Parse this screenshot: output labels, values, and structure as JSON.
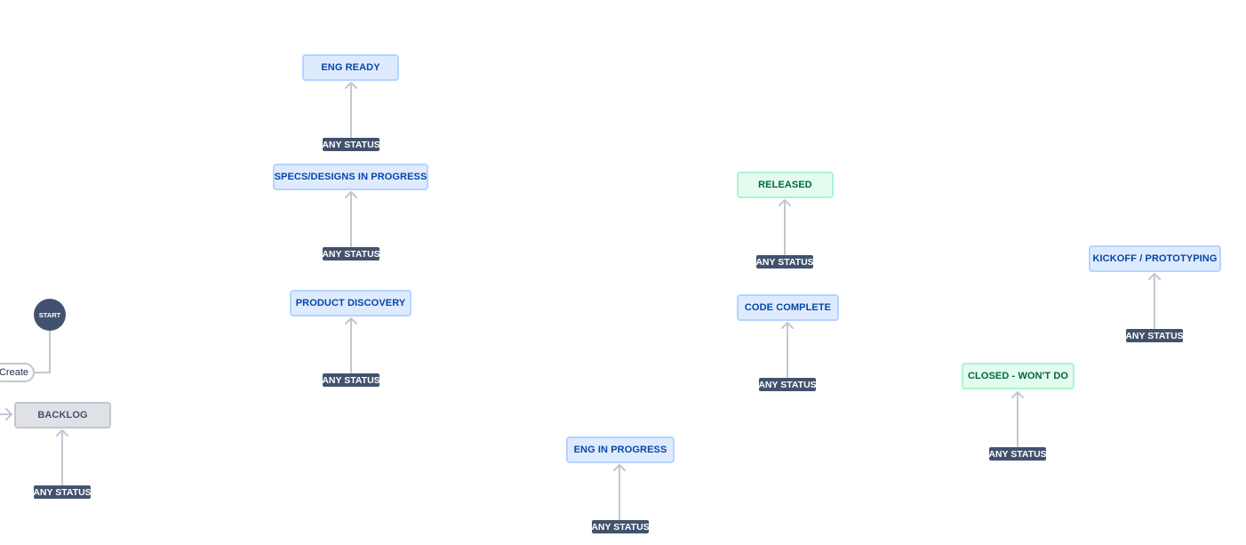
{
  "colors": {
    "connector": "#c1c7d0",
    "in_progress_fill": "#deebff",
    "done_fill": "#e3fcef",
    "todo_fill": "#dfe1e6",
    "any_status_fill": "#42526e"
  },
  "start": {
    "label": "START"
  },
  "create": {
    "label": "Create"
  },
  "statuses": [
    {
      "label": "ENG READY",
      "category": "in-progress"
    },
    {
      "label": "SPECS/DESIGNS IN PROGRESS",
      "category": "in-progress"
    },
    {
      "label": "PRODUCT DISCOVERY",
      "category": "in-progress"
    },
    {
      "label": "BACKLOG",
      "category": "todo"
    },
    {
      "label": "ENG IN PROGRESS",
      "category": "in-progress"
    },
    {
      "label": "RELEASED",
      "category": "done"
    },
    {
      "label": "CODE COMPLETE",
      "category": "in-progress"
    },
    {
      "label": "KICKOFF / PROTOTYPING",
      "category": "in-progress"
    },
    {
      "label": "CLOSED - WON'T DO",
      "category": "done"
    }
  ],
  "any_status_label": "ANY STATUS",
  "transitions": [
    {
      "from": "ANY STATUS",
      "to": "ENG READY"
    },
    {
      "from": "ANY STATUS",
      "to": "SPECS/DESIGNS IN PROGRESS"
    },
    {
      "from": "ANY STATUS",
      "to": "PRODUCT DISCOVERY"
    },
    {
      "from": "ANY STATUS",
      "to": "BACKLOG"
    },
    {
      "from": "ANY STATUS",
      "to": "ENG IN PROGRESS"
    },
    {
      "from": "ANY STATUS",
      "to": "RELEASED"
    },
    {
      "from": "ANY STATUS",
      "to": "CODE COMPLETE"
    },
    {
      "from": "ANY STATUS",
      "to": "KICKOFF / PROTOTYPING"
    },
    {
      "from": "ANY STATUS",
      "to": "CLOSED - WON'T DO"
    },
    {
      "from": "START",
      "to": "BACKLOG",
      "label": "Create"
    }
  ]
}
